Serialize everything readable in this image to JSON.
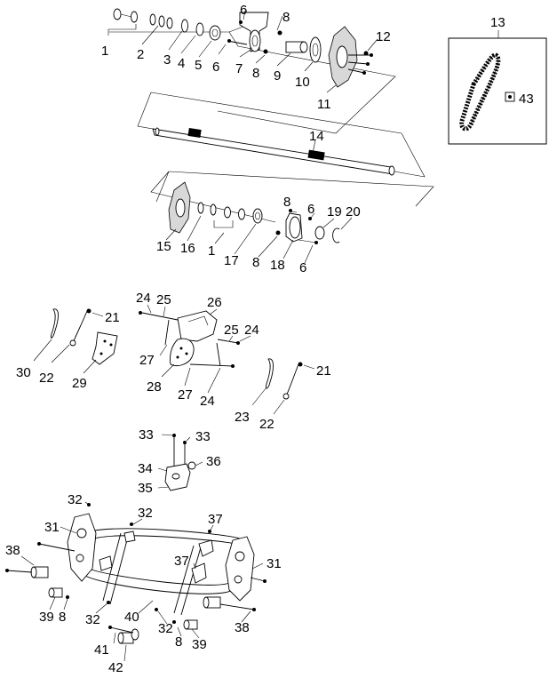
{
  "diagram": {
    "labels": [
      "1",
      "2",
      "3",
      "4",
      "5",
      "6",
      "6",
      "7",
      "8",
      "8",
      "9",
      "10",
      "11",
      "12",
      "13",
      "43",
      "14",
      "15",
      "16",
      "1",
      "17",
      "8",
      "6",
      "19",
      "20",
      "8",
      "18",
      "6",
      "24",
      "25",
      "26",
      "21",
      "30",
      "22",
      "29",
      "25",
      "24",
      "27",
      "28",
      "27",
      "24",
      "23",
      "22",
      "21",
      "33",
      "33",
      "34",
      "36",
      "35",
      "32",
      "32",
      "31",
      "37",
      "38",
      "37",
      "31",
      "39",
      "8",
      "32",
      "40",
      "32",
      "38",
      "41",
      "8",
      "39",
      "42"
    ]
  }
}
